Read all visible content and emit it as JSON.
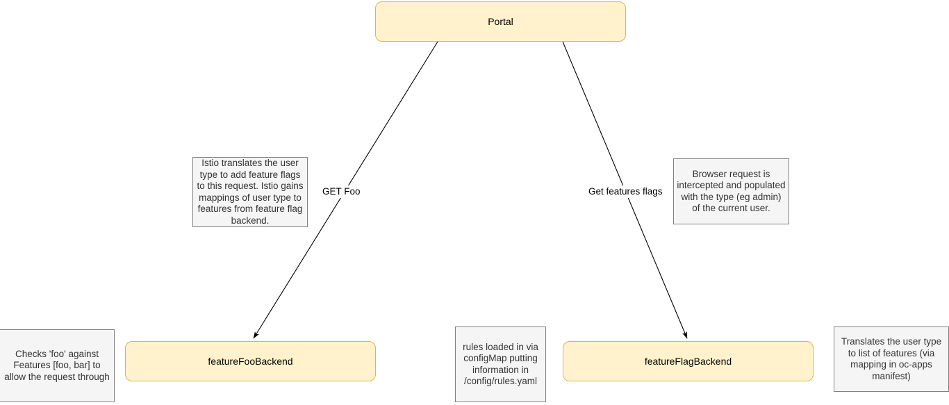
{
  "diagram": {
    "type": "flowchart",
    "background": "#ffffff",
    "node_fill": "#fff2cc",
    "node_stroke": "#d6b656",
    "note_fill": "#f5f5f5",
    "note_stroke": "#808080",
    "edge_stroke": "#000000"
  },
  "nodes": [
    {
      "id": "portal",
      "label": "Portal"
    },
    {
      "id": "featureFooBackend",
      "label": "featureFooBackend"
    },
    {
      "id": "featureFlagBackend",
      "label": "featureFlagBackend"
    }
  ],
  "edges": [
    {
      "id": "portal-to-foo",
      "from": "portal",
      "to": "featureFooBackend",
      "label": "GET Foo"
    },
    {
      "id": "portal-to-flag",
      "from": "portal",
      "to": "featureFlagBackend",
      "label": "Get features flags"
    }
  ],
  "notes": [
    {
      "id": "istio",
      "text": "Istio translates the user type to add feature flags to this request.  Istio gains mappings of user type to features from feature flag backend."
    },
    {
      "id": "browser",
      "text": "Browser request is intercepted and populated with the type (eg admin) of the current user."
    },
    {
      "id": "checks-foo",
      "text": "Checks 'foo' against Features [foo, bar] to allow the request through"
    },
    {
      "id": "rules-loaded",
      "text": "rules loaded in via configMap putting information in /config/rules.yaml"
    },
    {
      "id": "translates",
      "text": "Translates the user type to list of features (via mapping in oc-apps manifest)"
    }
  ]
}
